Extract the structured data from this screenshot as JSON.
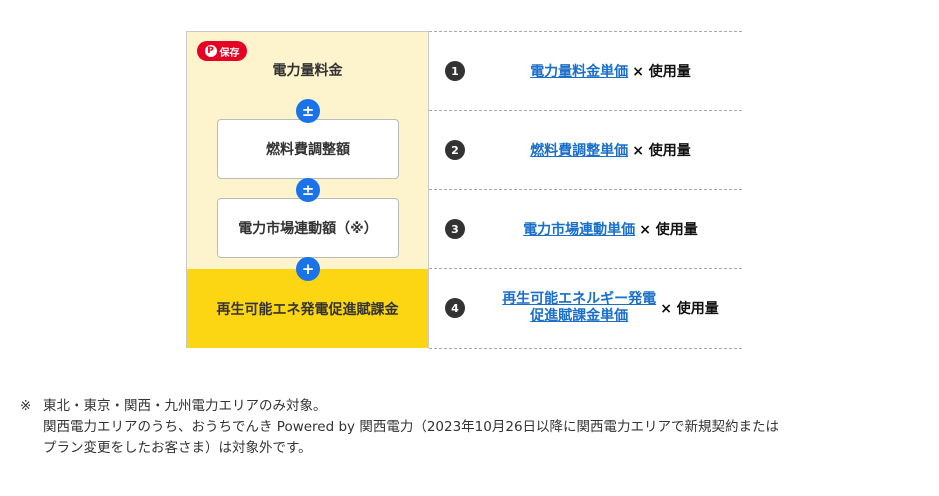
{
  "save_button": {
    "icon": "pinterest-icon",
    "icon_glyph": "P",
    "label": "保存"
  },
  "left": {
    "title": "電力量料金",
    "operators": [
      "±",
      "±",
      "+"
    ],
    "boxes": [
      "燃料費調整額",
      "電力市場連動額（※）"
    ],
    "band_title": "再生可能エネ発電促進賦課金",
    "colors": {
      "pale": "#fdf3cd",
      "band": "#fcd513",
      "operator": "#1a73e8"
    }
  },
  "rows": [
    {
      "num": "1",
      "link": "電力量料金単価",
      "suffix": "× 使用量"
    },
    {
      "num": "2",
      "link": "燃料費調整単価",
      "suffix": "× 使用量"
    },
    {
      "num": "3",
      "link": "電力市場連動単価",
      "suffix": "× 使用量"
    },
    {
      "num": "4",
      "link_line1": "再生可能エネルギー発電",
      "link_line2": "促進賦課金単価",
      "suffix": "× 使用量"
    }
  ],
  "note": {
    "mark": "※",
    "line1": "東北・東京・関西・九州電力エリアのみ対象。",
    "line2": "関西電力エリアのうち、おうちでんき Powered by 関西電力（2023年10月26日以降に関西電力エリアで新規契約または",
    "line3": "プラン変更をしたお客さま）は対象外です。"
  }
}
